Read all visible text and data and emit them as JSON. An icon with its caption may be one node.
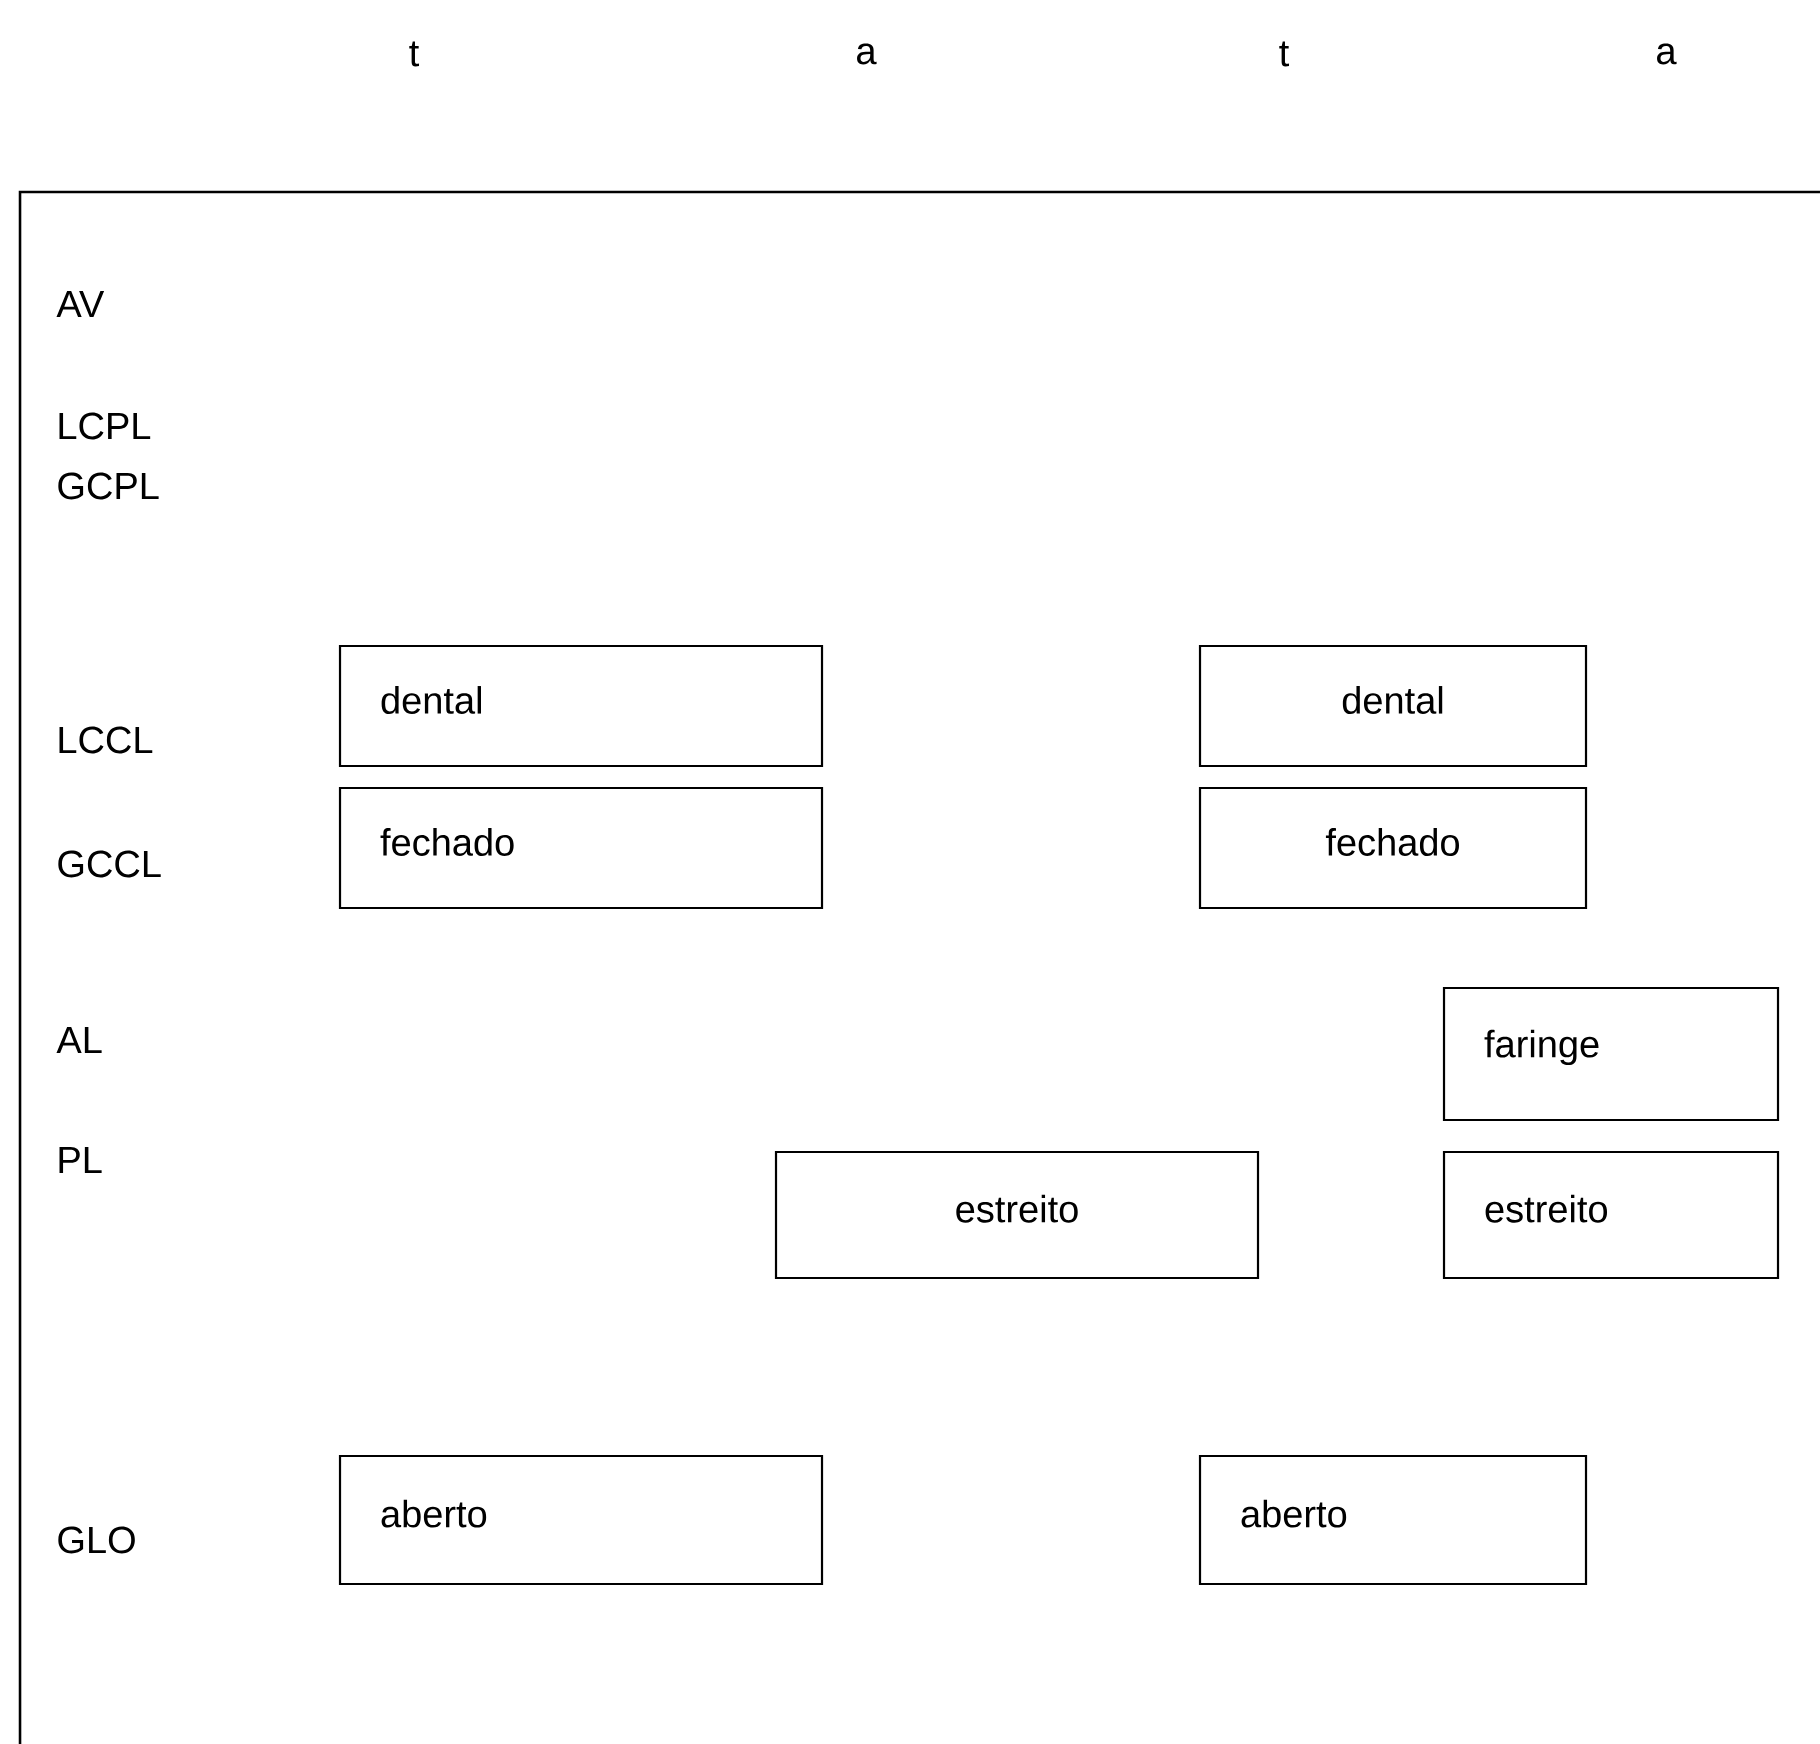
{
  "diagram": {
    "nodes": [
      {
        "text": [
          "dental"
        ]
      },
      {
        "text": [
          "dental"
        ]
      },
      {
        "text": [
          "fechado"
        ]
      },
      {
        "text": [
          "fechado"
        ]
      },
      {
        "text": [
          "faringe"
        ]
      },
      {
        "text": [
          "estreito"
        ]
      },
      {
        "text": [
          "estreito"
        ]
      },
      {
        "text": [
          "aberto"
        ]
      },
      {
        "text": [
          "aberto"
        ]
      }
    ],
    "labels": [
      "t",
      "a",
      "t",
      "a",
      "AV",
      "LCPL",
      "GCPL",
      "LCCL",
      "GCCL",
      "AL",
      "PL",
      "GLO"
    ]
  }
}
